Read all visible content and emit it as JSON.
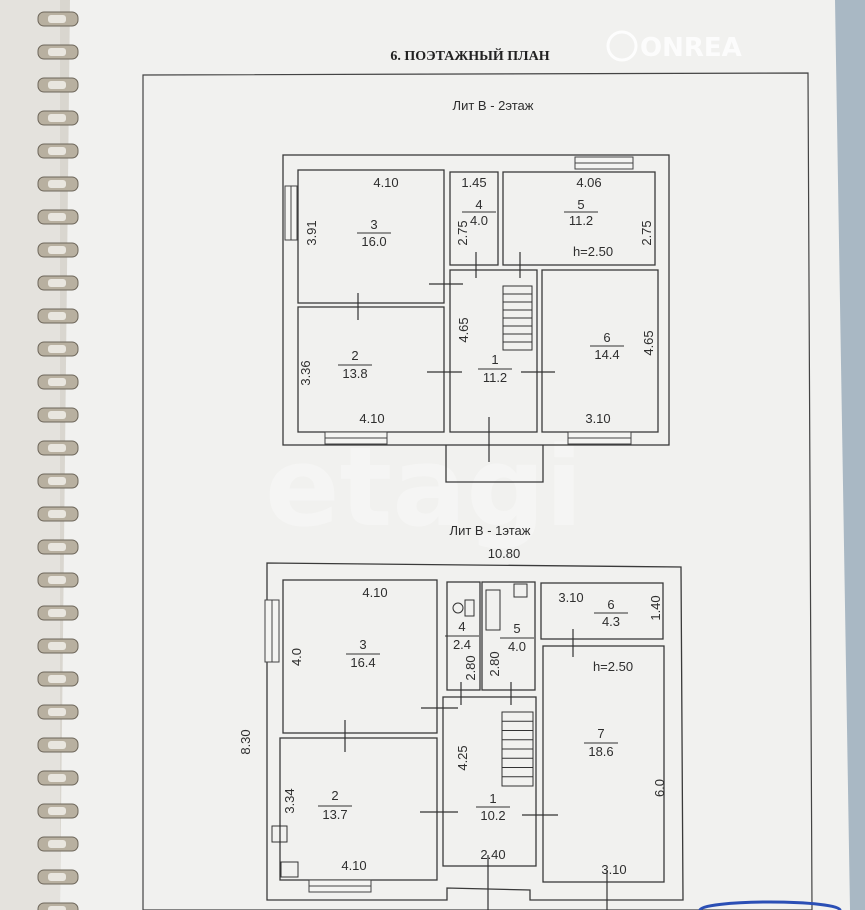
{
  "document": {
    "title": "6. ПОЭТАЖНЫЙ ПЛАН",
    "watermarks": [
      "ONREA",
      "etagi"
    ]
  },
  "floor2": {
    "label": "Лит В - 2этаж",
    "height": "h=2.50",
    "rooms": [
      {
        "number": "1",
        "area": "11.2"
      },
      {
        "number": "2",
        "area": "13.8"
      },
      {
        "number": "3",
        "area": "16.0"
      },
      {
        "number": "4",
        "area": "4.0"
      },
      {
        "number": "5",
        "area": "11.2"
      },
      {
        "number": "6",
        "area": "14.4"
      }
    ],
    "dimensions": [
      "4.10",
      "1.45",
      "4.06",
      "3.91",
      "2.75",
      "2.75",
      "4.65",
      "4.65",
      "3.36",
      "4.10",
      "3.10"
    ]
  },
  "floor1": {
    "label": "Лит В - 1этаж",
    "height": "h=2.50",
    "rooms": [
      {
        "number": "1",
        "area": "10.2"
      },
      {
        "number": "2",
        "area": "13.7"
      },
      {
        "number": "3",
        "area": "16.4"
      },
      {
        "number": "4",
        "area": "2.4"
      },
      {
        "number": "5",
        "area": "4.0"
      },
      {
        "number": "6",
        "area": "4.3"
      },
      {
        "number": "7",
        "area": "18.6"
      }
    ],
    "dimensions": [
      "10.80",
      "8.30",
      "4.10",
      "3.10",
      "1.40",
      "4.0",
      "2.80",
      "2.80",
      "4.25",
      "6.0",
      "3.34",
      "4.10",
      "2.40",
      "3.10"
    ]
  }
}
